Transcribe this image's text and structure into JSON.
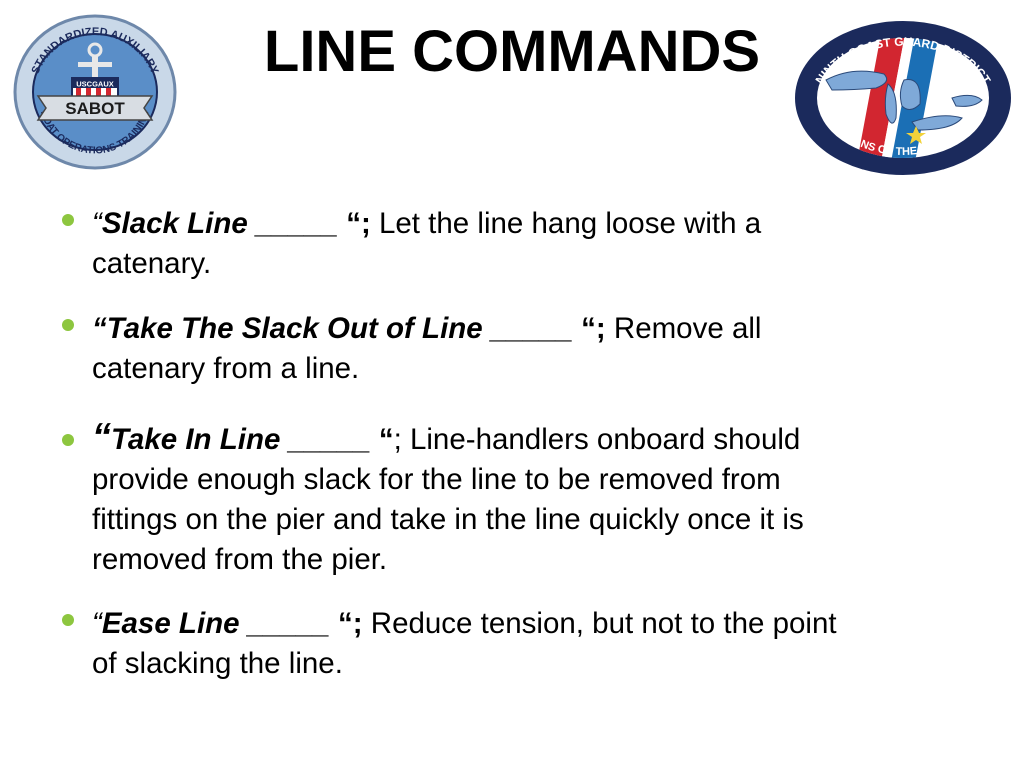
{
  "slide": {
    "title": "LINE COMMANDS",
    "left_logo": {
      "text_top": "STANDARDIZED AUXILIARY",
      "text_bottom": "BOAT OPERATIONS TRAINING",
      "tag": "USCGAUX",
      "banner": "SABOT"
    },
    "right_logo": {
      "text_top": "NINTH COAST GUARD DISTRICT",
      "text_bottom": "GUARDIANS OF THE GREAT LAKES"
    },
    "bullets": [
      {
        "open_quote": "“",
        "term": "Slack Line _____",
        "close": " “;",
        "desc": " Let the line hang loose with a",
        "desc2": "catenary."
      },
      {
        "open_quote": " “",
        "term": "Take The Slack Out of Line _____",
        "close": " “;",
        "desc": "  Remove all",
        "desc2": "catenary from a line."
      },
      {
        "open_quote": "“",
        "term": "Take In Line _____",
        "close": " “",
        "desc": "; Line-handlers onboard should",
        "desc2": "provide enough slack for the line to be removed from",
        "desc3": "fittings on the pier and take in the line quickly once it is",
        "desc4": "removed from the pier."
      },
      {
        "open_quote": "“",
        "term": "Ease Line _____",
        "close": " “;",
        "desc": " Reduce tension, but not to the point",
        "desc2": "of slacking the line."
      }
    ],
    "colors": {
      "bullet": "#8dc63f",
      "logo_navy": "#1b2a5c",
      "logo_red": "#d22630"
    }
  }
}
